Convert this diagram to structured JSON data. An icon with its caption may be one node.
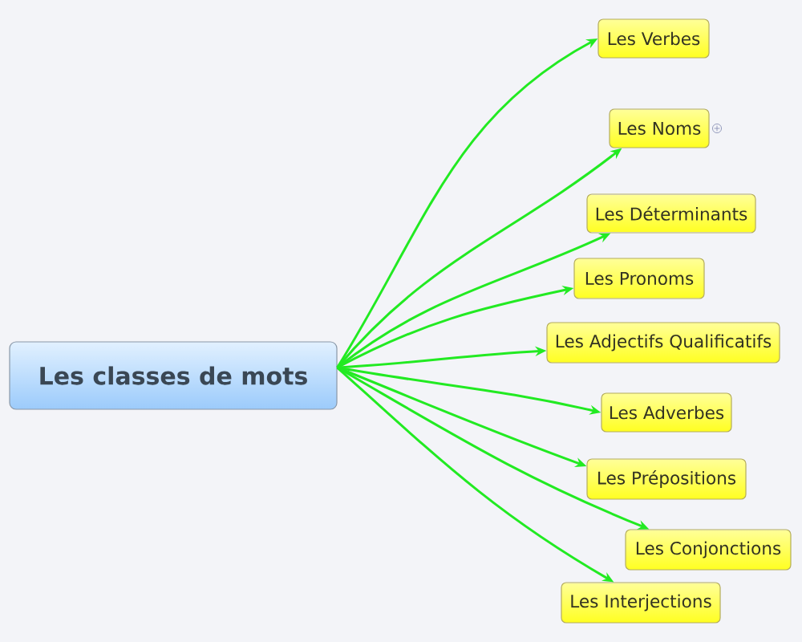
{
  "diagram": {
    "nodes": [
      {
        "text": [
          "Les classes de mots"
        ]
      },
      {
        "text": [
          "Les Verbes"
        ]
      },
      {
        "text": [
          "Les Noms"
        ]
      },
      {
        "text": [
          "Les Déterminants"
        ]
      },
      {
        "text": [
          "Les Pronoms"
        ]
      },
      {
        "text": [
          "Les Adjectifs Qualificatifs"
        ]
      },
      {
        "text": [
          "Les Adverbes"
        ]
      },
      {
        "text": [
          "Les Prépositions"
        ]
      },
      {
        "text": [
          "Les Conjonctions"
        ]
      },
      {
        "text": [
          "Les Interjections"
        ]
      }
    ],
    "edges": [
      {
        "from": 0,
        "to": 1,
        "arrow": "to"
      },
      {
        "from": 0,
        "to": 2,
        "arrow": "to"
      },
      {
        "from": 0,
        "to": 3,
        "arrow": "to"
      },
      {
        "from": 0,
        "to": 4,
        "arrow": "to"
      },
      {
        "from": 0,
        "to": 5,
        "arrow": "to"
      },
      {
        "from": 0,
        "to": 6,
        "arrow": "to"
      },
      {
        "from": 0,
        "to": 7,
        "arrow": "to"
      },
      {
        "from": 0,
        "to": 8,
        "arrow": "to"
      },
      {
        "from": 0,
        "to": 9,
        "arrow": "to"
      }
    ]
  }
}
